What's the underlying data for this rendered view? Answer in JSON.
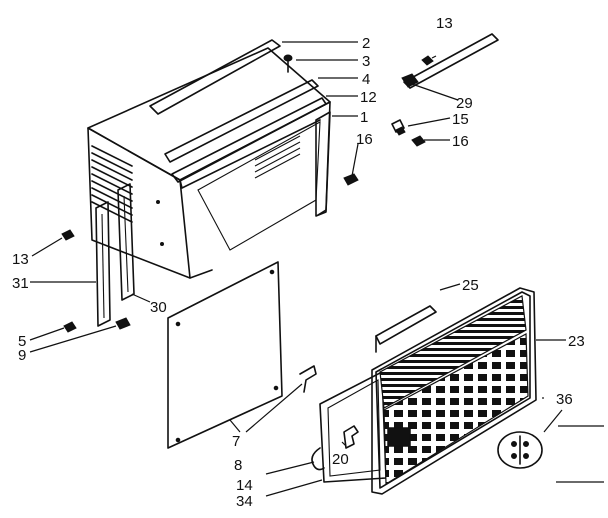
{
  "colors": {
    "ink": "#111111",
    "paper": "#ffffff"
  },
  "labels": {
    "p2": "2",
    "p3": "3",
    "p4": "4",
    "p12": "12",
    "p1": "1",
    "p15": "15",
    "p16a": "16",
    "p16b": "16",
    "p13a": "13",
    "p29": "29",
    "p13b": "13",
    "p31": "31",
    "p30": "30",
    "p5": "5",
    "p9": "9",
    "p25": "25",
    "p23": "23",
    "p36": "36",
    "p7": "7",
    "p8": "8",
    "p20": "20",
    "p14": "14",
    "p34": "34"
  }
}
